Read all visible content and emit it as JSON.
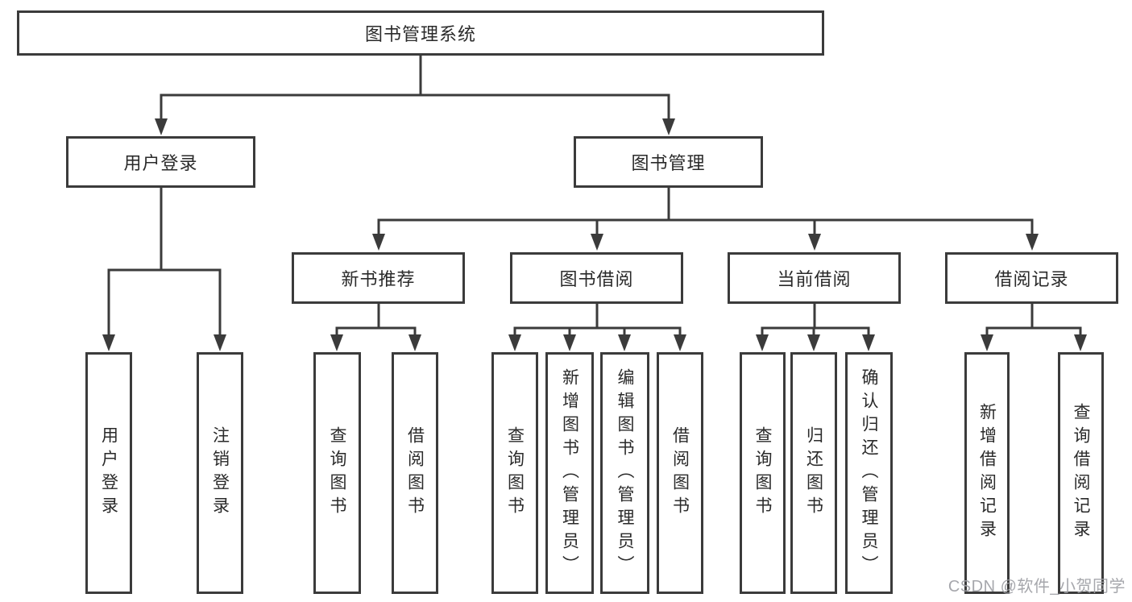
{
  "colors": {
    "line": "#3b3b3b",
    "text": "#2a2a2a",
    "watermark": "#9fa0a5",
    "bg": "#ffffff"
  },
  "watermark": "CSDN @软件_小贺同学",
  "tree": {
    "root": {
      "label": "图书管理系统"
    },
    "children": [
      {
        "label": "用户登录",
        "children": [
          {
            "label": "用户登录"
          },
          {
            "label": "注销登录"
          }
        ]
      },
      {
        "label": "图书管理",
        "children": [
          {
            "label": "新书推荐",
            "children": [
              {
                "label": "查询图书"
              },
              {
                "label": "借阅图书"
              }
            ]
          },
          {
            "label": "图书借阅",
            "children": [
              {
                "label": "查询图书"
              },
              {
                "label": "新增图书（管理员）"
              },
              {
                "label": "编辑图书（管理员）"
              },
              {
                "label": "借阅图书"
              }
            ]
          },
          {
            "label": "当前借阅",
            "children": [
              {
                "label": "查询图书"
              },
              {
                "label": "归还图书"
              },
              {
                "label": "确认归还（管理员）"
              }
            ]
          },
          {
            "label": "借阅记录",
            "children": [
              {
                "label": "新增借阅记录"
              },
              {
                "label": "查询借阅记录"
              }
            ]
          }
        ]
      }
    ]
  }
}
